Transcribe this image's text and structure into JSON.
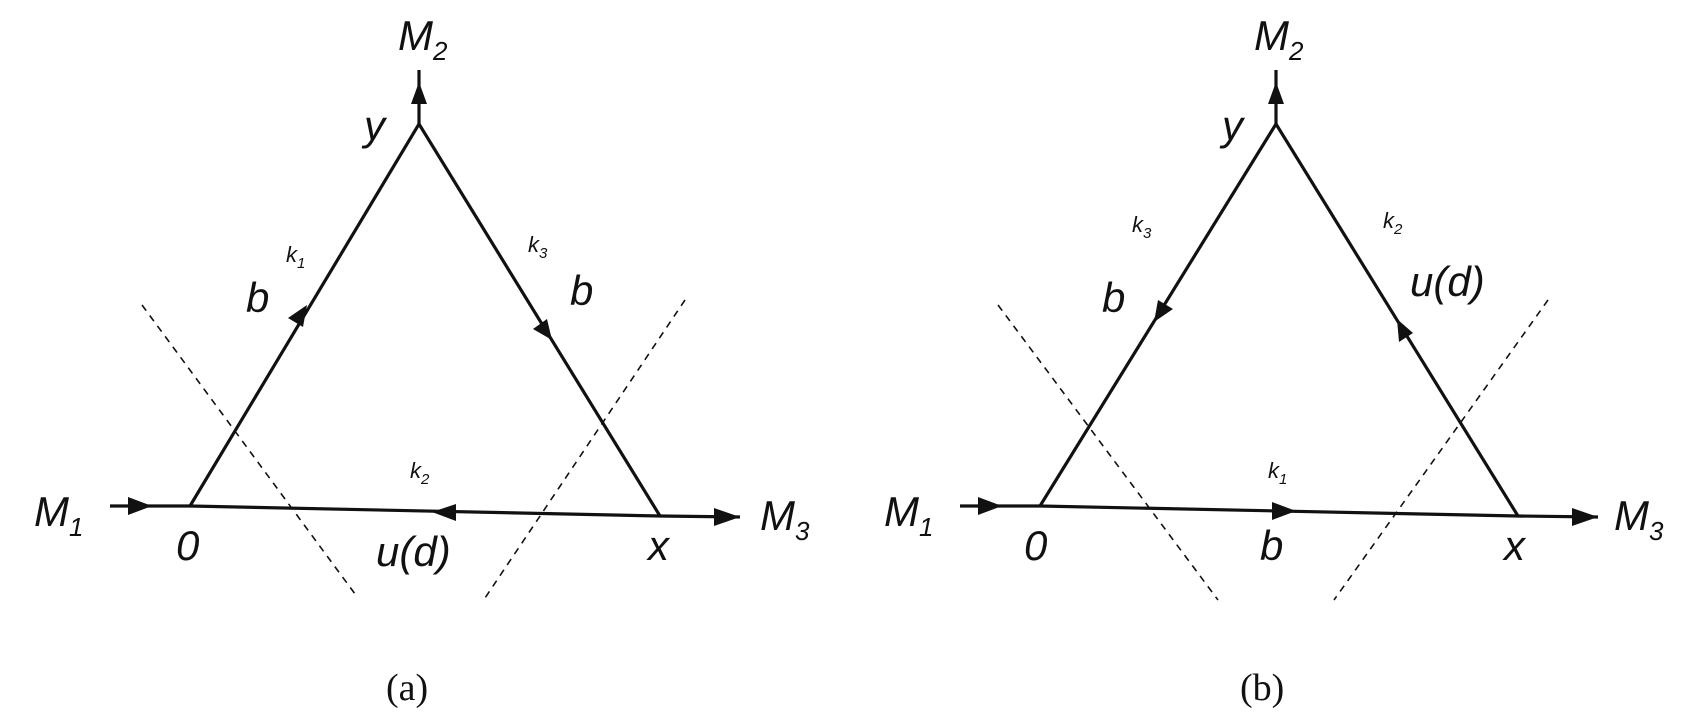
{
  "diagrams": [
    {
      "caption": "(a)",
      "ext_left": {
        "name": "M",
        "sub": "1"
      },
      "ext_top": {
        "name": "M",
        "sub": "2"
      },
      "ext_right": {
        "name": "M",
        "sub": "3"
      },
      "vertex_left": "0",
      "vertex_top": "y",
      "vertex_right": "x",
      "left_edge": {
        "quark": "b",
        "momentum": "k",
        "momentum_sub": "1"
      },
      "right_edge": {
        "quark": "b",
        "momentum": "k",
        "momentum_sub": "3"
      },
      "bottom_edge": {
        "quark": "u(d)",
        "momentum": "k",
        "momentum_sub": "2"
      }
    },
    {
      "caption": "(b)",
      "ext_left": {
        "name": "M",
        "sub": "1"
      },
      "ext_top": {
        "name": "M",
        "sub": "2"
      },
      "ext_right": {
        "name": "M",
        "sub": "3"
      },
      "vertex_left": "0",
      "vertex_top": "y",
      "vertex_right": "x",
      "left_edge": {
        "quark": "b",
        "momentum": "k",
        "momentum_sub": "3"
      },
      "right_edge": {
        "quark": "u(d)",
        "momentum": "k",
        "momentum_sub": "2"
      },
      "bottom_edge": {
        "quark": "b",
        "momentum": "k",
        "momentum_sub": "1"
      }
    }
  ]
}
